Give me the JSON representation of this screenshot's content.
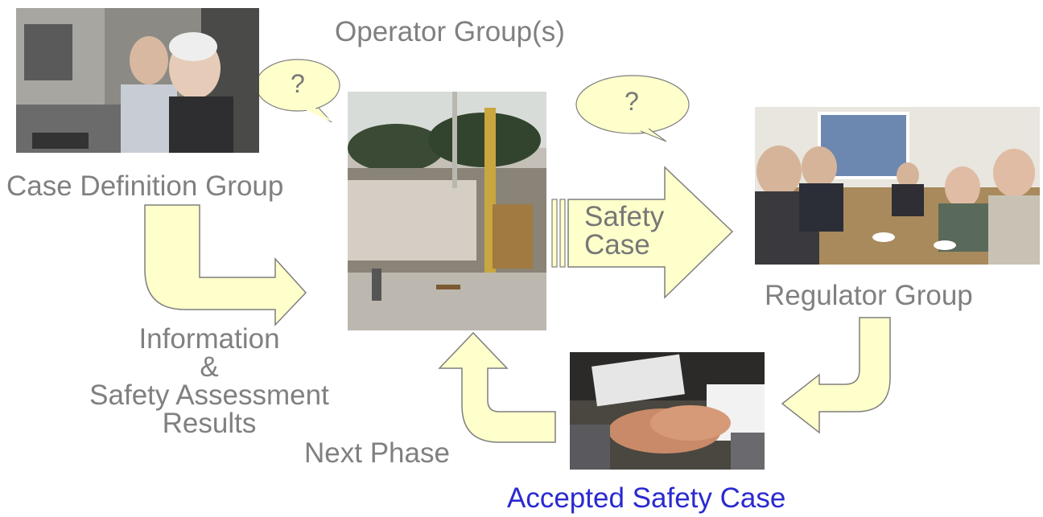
{
  "labels": {
    "operator_group": "Operator Group(s)",
    "case_definition_group": "Case Definition Group",
    "regulator_group": "Regulator Group",
    "info_line1": "Information",
    "info_line2": "&",
    "info_line3": "Safety Assessment",
    "info_line4": "Results",
    "next_phase": "Next Phase",
    "accepted_safety_case": "Accepted Safety Case",
    "safety_case_line1": "Safety",
    "safety_case_line2": "Case",
    "bubble_left": "?",
    "bubble_right": "?"
  },
  "colors": {
    "arrow_fill": "#ffffcc",
    "arrow_stroke": "#7f7f7f",
    "label_gray": "#808080",
    "accent_blue": "#2a2ad0"
  },
  "photos": {
    "case_definition": "people-at-computer-photo",
    "construction": "construction-site-photo",
    "regulator": "meeting-room-photo",
    "handshake": "handshake-photo"
  }
}
